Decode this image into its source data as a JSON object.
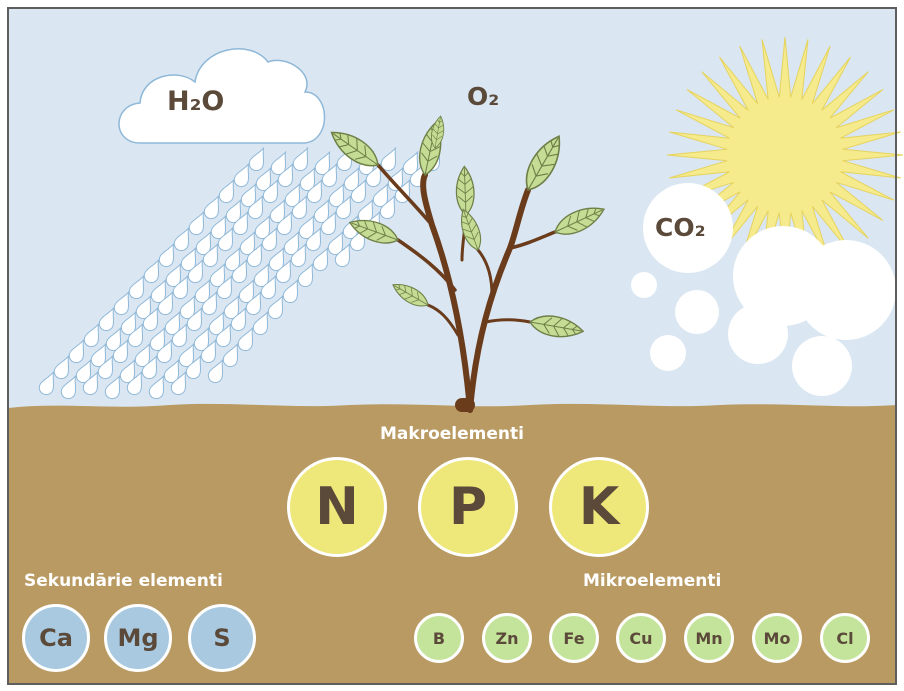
{
  "labels": {
    "water": "H₂O",
    "oxygen": "O₂",
    "carbon_dioxide": "CO₂"
  },
  "macro": {
    "title": "Makroelementi",
    "items": [
      "N",
      "P",
      "K"
    ]
  },
  "secondary": {
    "title": "Sekundārie elementi",
    "items": [
      "Ca",
      "Mg",
      "S"
    ]
  },
  "micro": {
    "title": "Mikroelementi",
    "items": [
      "B",
      "Zn",
      "Fe",
      "Cu",
      "Mn",
      "Mo",
      "Cl"
    ]
  },
  "colors": {
    "sky": "#dae7f2",
    "soil": "#b99a63",
    "macro": "#eee77a",
    "secondary": "#a8c9e0",
    "micro": "#c5e49b",
    "leaf": "#c4dc94",
    "trunk": "#6b3c1c",
    "sun": "#f5ea8c",
    "text": "#5b4a3a"
  }
}
